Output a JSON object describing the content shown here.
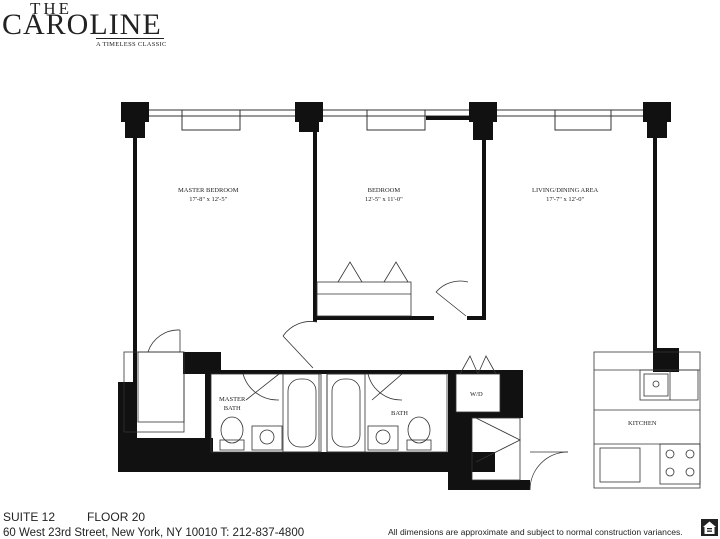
{
  "logo": {
    "the": "THE",
    "name": "CAROLINE",
    "tagline": "A TIMELESS CLASSIC"
  },
  "rooms": {
    "master_bedroom": {
      "name": "MASTER BEDROOM",
      "dims": "17'-8\" x 12'-5\""
    },
    "bedroom": {
      "name": "BEDROOM",
      "dims": "12'-5\" x 11'-0\""
    },
    "living": {
      "name": "LIVING/DINING AREA",
      "dims": "17'-7\" x 12'-0\""
    },
    "kitchen": {
      "name": "KITCHEN"
    },
    "master_bath": {
      "line1": "MASTER",
      "line2": "BATH"
    },
    "bath": {
      "name": "BATH"
    },
    "wd": {
      "name": "W/D"
    }
  },
  "footer": {
    "suite": "SUITE 12",
    "floor": "FLOOR 20",
    "address": "60 West 23rd Street, New York, NY 10010 T: 212-837-4800",
    "disclaimer": "All dimensions are approximate and subject to normal construction variances."
  },
  "icons": {
    "housing": "equal-housing-opportunity-icon"
  },
  "colors": {
    "wall": "#111111",
    "line": "#333333"
  }
}
